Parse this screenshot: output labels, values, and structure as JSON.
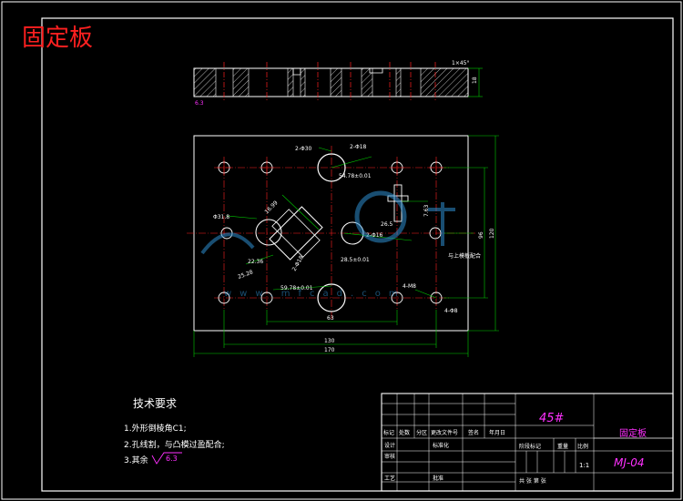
{
  "sheet": {
    "title": "固定板",
    "colors": {
      "background": "#000000",
      "outline": "#ffffff",
      "title": "#ff2020",
      "centerline": "#ff2020",
      "dimension": "#00cc00",
      "hatch": "#ffffff",
      "accent": "#ff30ff",
      "watermark": "#2f8fd0"
    },
    "watermark_text": "www.mfcad.com"
  },
  "side_view": {
    "roughness_left": "6.3",
    "thickness_label": "18",
    "chamfer_label": "1×45°"
  },
  "plan_view": {
    "callouts": [
      "2-Φ30",
      "2-Φ18",
      "54.78±0.01",
      "2-Φ16",
      "26.5",
      "7.63",
      "Φ31.8",
      "16.99",
      "22.36",
      "25.28",
      "2-Φ18",
      "59.78±0.01",
      "4-M8",
      "4-Φ8",
      "与上模板配合",
      "28.5±0.01"
    ],
    "bottom_dims": [
      "63",
      "130",
      "170"
    ],
    "right_dims": [
      "96",
      "120"
    ]
  },
  "tech_requirements": {
    "heading": "技术要求",
    "items": [
      "1.外形倒棱角C1;",
      "2.孔线割，与凸模过盈配合;",
      "3.其余"
    ],
    "roughness_value": "6.3"
  },
  "title_block": {
    "material": "45#",
    "part_name": "固定板",
    "drawing_no": "MJ-04",
    "scale": "1:1",
    "header_cells": [
      "标记",
      "处数",
      "分区",
      "更改文件号",
      "签名",
      "年月日"
    ],
    "row_labels": [
      "设计",
      "标准化",
      "审核",
      "工艺",
      "批准"
    ],
    "stage_labels": [
      "阶段标记",
      "重量",
      "比例"
    ],
    "sheet_info": "共  张  第  张"
  }
}
